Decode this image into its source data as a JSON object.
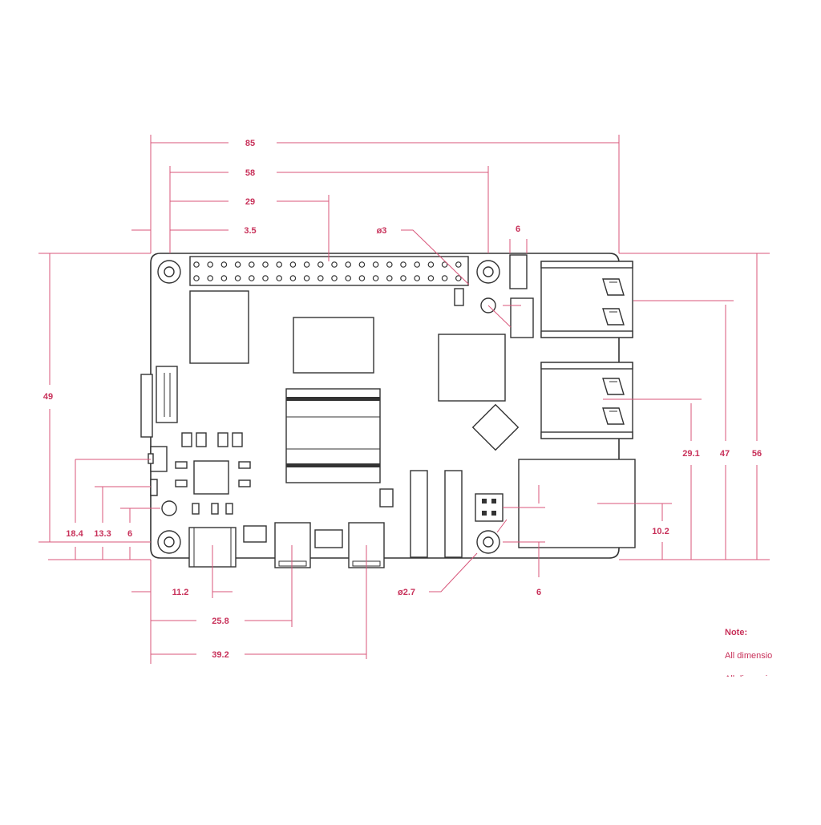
{
  "diagram": {
    "dimensions": {
      "board_width": "85",
      "gpio_pitch_span": "58",
      "gpio_center": "29",
      "hole_offset": "3.5",
      "hole_diameter": "ø3",
      "hole_spacing_top": "6",
      "board_height": "49",
      "csi_offset": "18.4",
      "audio_offset": "13.3",
      "hole_offset_left": "6",
      "usbc_offset": "11.2",
      "hdmi0_offset": "25.8",
      "hdmi1_offset": "39.2",
      "hole_diameter_small": "ø2.7",
      "hole_spacing_bottom": "6",
      "eth_offset": "10.2",
      "usb_lower_offset": "29.1",
      "usb_upper_offset": "47",
      "total_height": "56"
    },
    "note": {
      "title": "Note:",
      "line1": "All dimensio",
      "line2": "All dimensio"
    },
    "colors": {
      "dimension": "#c8315a",
      "outline": "#333333"
    }
  }
}
